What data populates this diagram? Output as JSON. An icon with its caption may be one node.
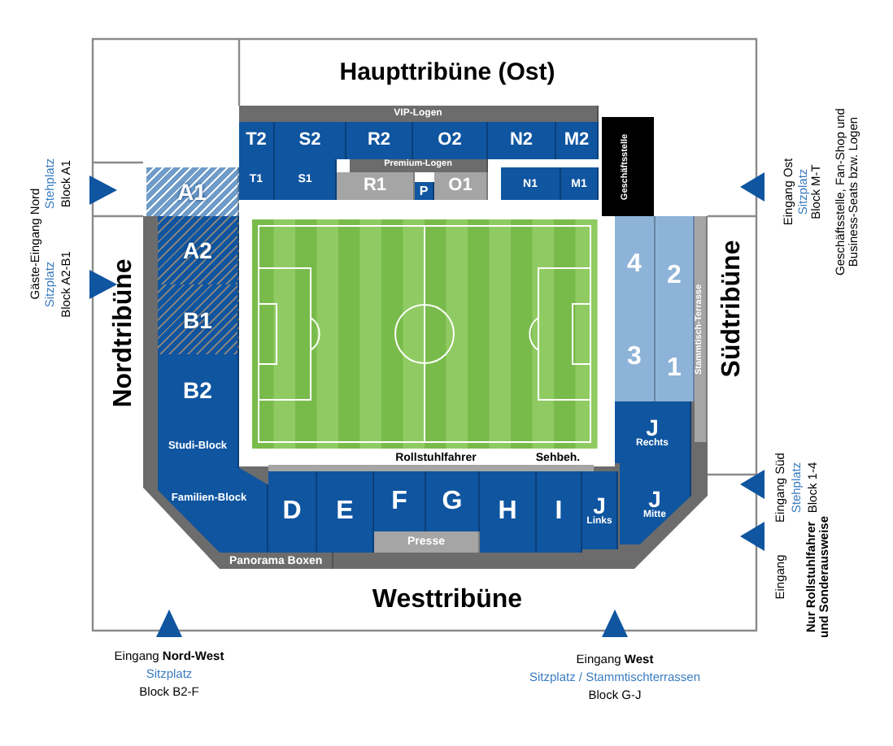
{
  "diagram": {
    "nodes": [
      {
        "text": [
          "VIP-Logen"
        ]
      },
      {
        "text": [
          "T2"
        ]
      },
      {
        "text": [
          "S2"
        ]
      },
      {
        "text": [
          "R2"
        ]
      },
      {
        "text": [
          "O2"
        ]
      },
      {
        "text": [
          "N2"
        ]
      },
      {
        "text": [
          "M2"
        ]
      },
      {
        "text": [
          "T1"
        ]
      },
      {
        "text": [
          "S1"
        ]
      },
      {
        "text": [
          "Premium-Logen"
        ]
      },
      {
        "text": [
          "R1"
        ]
      },
      {
        "text": [
          "P"
        ]
      },
      {
        "text": [
          "O1"
        ]
      },
      {
        "text": [
          "N1"
        ]
      },
      {
        "text": [
          "M1"
        ]
      },
      {
        "text": [
          "Geschäftsstelle"
        ]
      },
      {
        "text": [
          "A1"
        ]
      },
      {
        "text": [
          "A2"
        ]
      },
      {
        "text": [
          "B1"
        ]
      },
      {
        "text": [
          "B2"
        ]
      },
      {
        "text": [
          "Studi-Block"
        ]
      },
      {
        "text": [
          "Familien-Block"
        ]
      },
      {
        "text": [
          "4"
        ]
      },
      {
        "text": [
          "2"
        ]
      },
      {
        "text": [
          "3"
        ]
      },
      {
        "text": [
          "1"
        ]
      },
      {
        "text": [
          "Stammtisch-Terrasse"
        ]
      },
      {
        "text": [
          "J",
          "Rechts"
        ]
      },
      {
        "text": [
          "D"
        ]
      },
      {
        "text": [
          "E"
        ]
      },
      {
        "text": [
          "F"
        ]
      },
      {
        "text": [
          "G"
        ]
      },
      {
        "text": [
          "H"
        ]
      },
      {
        "text": [
          "I"
        ]
      },
      {
        "text": [
          "J",
          "Links"
        ]
      },
      {
        "text": [
          "J",
          "Mitte"
        ]
      },
      {
        "text": [
          "Presse"
        ]
      },
      {
        "text": [
          "Panorama Boxen"
        ]
      }
    ],
    "labels": [
      "Haupttribüne (Ost)",
      "Gäste-Eingang Nord",
      "Stehplatz",
      "Block A1",
      "Sitzplatz",
      "Block A2-B1",
      "Eingang Ost",
      "Sitzplatz",
      "Block M-T",
      "Geschäftsstelle, Fan-Shop und Business-Seats bzw. Logen",
      "Nordtribüne",
      "Südtribüne",
      "Rollstuhlfahrer",
      "Sehbeh.",
      "Eingang Süd",
      "Stehplatz",
      "Block 1-4",
      "Eingang",
      "Nur Rollstuhlfahrer und Sonderausweise",
      "Westtribüne",
      "Eingang **Nord-West**",
      "Sitzplatz",
      "Block B2-F",
      "Eingang **West**",
      "Sitzplatz / Stammtischterrassen",
      "Block G-J"
    ]
  }
}
